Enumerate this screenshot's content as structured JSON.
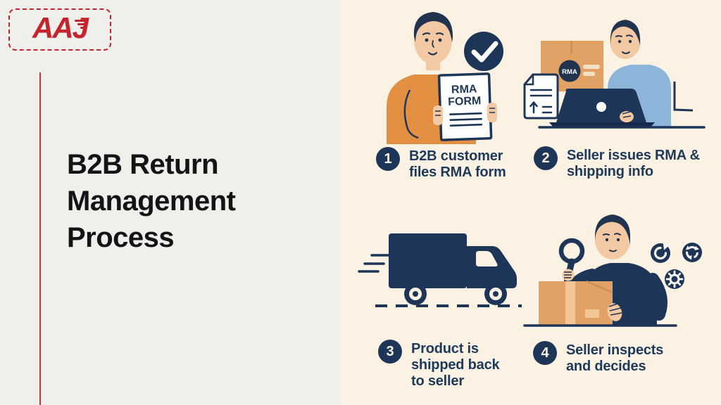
{
  "brand": {
    "name": "AAJ"
  },
  "header": {
    "title": "B2B Return Management Process"
  },
  "steps": [
    {
      "number": "1",
      "label": "B2B customer files RMA form"
    },
    {
      "number": "2",
      "label": "Seller issues RMA & shipping info"
    },
    {
      "number": "3",
      "label": "Product is shipped back to seller"
    },
    {
      "number": "4",
      "label": "Seller inspects and decides"
    }
  ],
  "artifacts": {
    "rma_form_title_line1": "RMA",
    "rma_form_title_line2": "FORM",
    "rma_box_tag": "RMA"
  },
  "colors": {
    "accent_red": "#c5242d",
    "navy": "#1d3557",
    "sweater_orange": "#e28f42",
    "box_orange": "#e3a265",
    "shirt_blue": "#8db5d9",
    "skin": "#f2c9a2",
    "left_bg": "#eff0ec",
    "right_bg": "#fbf2e4",
    "title_black": "#141414"
  }
}
